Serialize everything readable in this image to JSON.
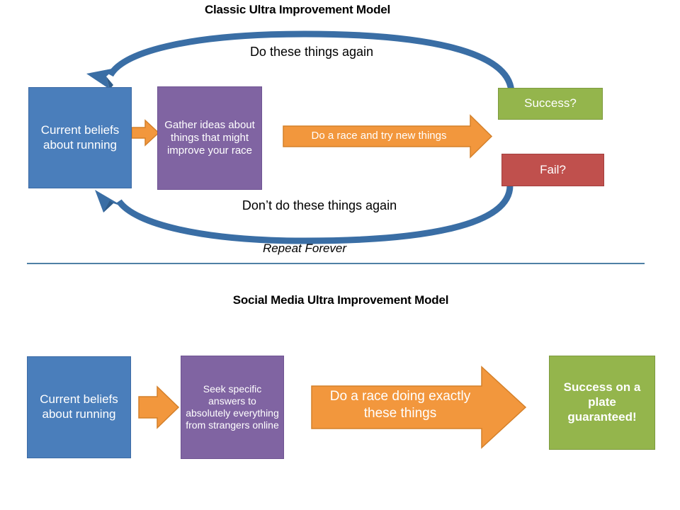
{
  "page": {
    "background_color": "#ffffff",
    "divider_color": "#4f81a5"
  },
  "palette": {
    "blue": "#4a7ebb",
    "purple": "#8064a2",
    "green": "#94b54c",
    "red": "#c0504d",
    "orange": "#f2973d",
    "orange_border": "#d4802a",
    "curve_blue": "#3a6ea5",
    "title_black": "#000000"
  },
  "classic_model": {
    "title": "Classic Ultra Improvement Model",
    "top_curve_label": "Do these things again",
    "bottom_curve_label": "Don’t do these things again",
    "repeat_label": "Repeat Forever",
    "beliefs_box": "Current beliefs about running",
    "gather_box": "Gather ideas about things that might improve your race",
    "race_arrow_label": "Do a race and try new things",
    "success_box": "Success?",
    "fail_box": "Fail?"
  },
  "social_model": {
    "title": "Social Media Ultra Improvement Model",
    "beliefs_box": "Current beliefs about running",
    "seek_box": "Seek specific answers to absolutely everything from strangers online",
    "race_arrow_label_line1": "Do a race doing exactly",
    "race_arrow_label_line2": "these  things",
    "success_box": "Success on a plate guaranteed!"
  }
}
